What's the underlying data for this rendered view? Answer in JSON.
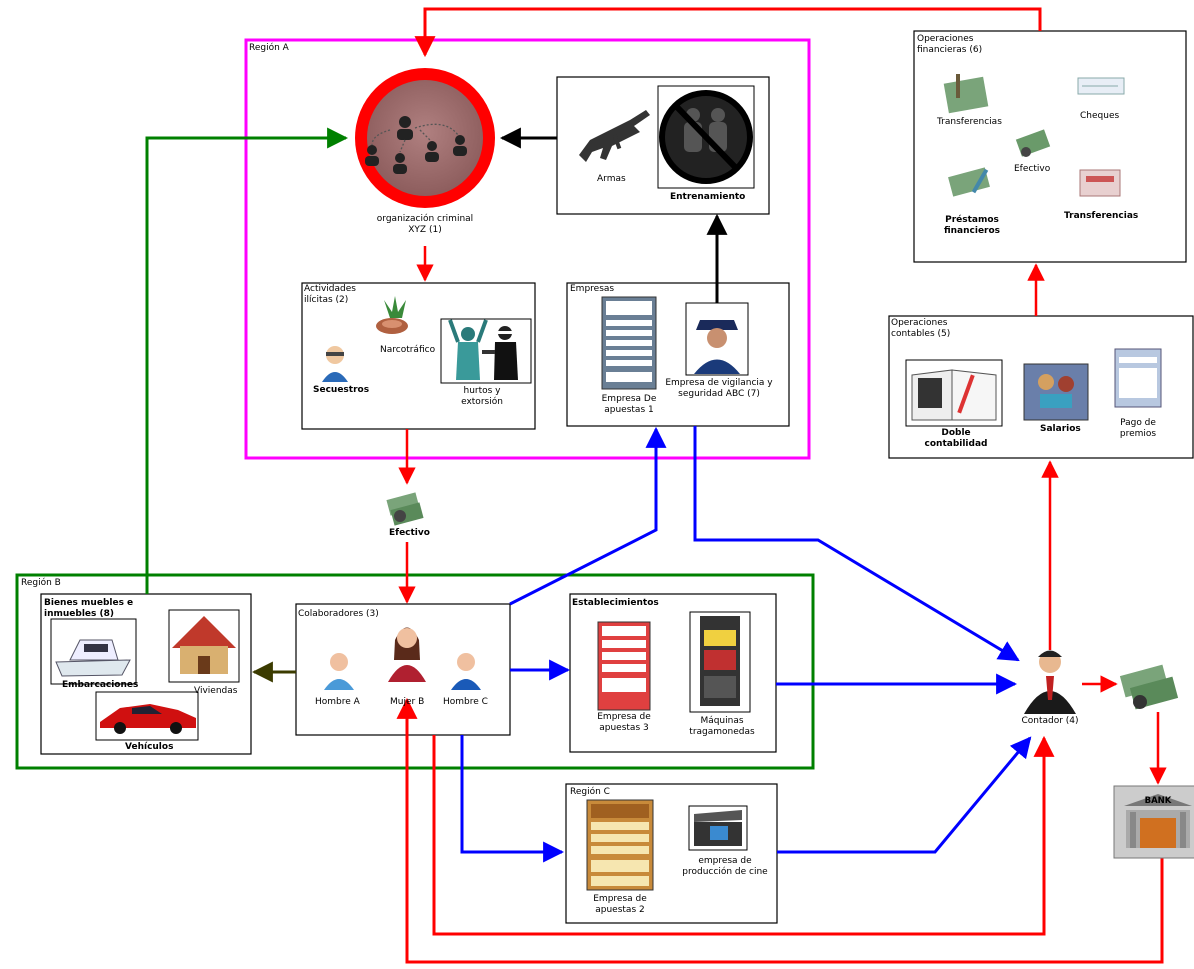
{
  "colors": {
    "region_a": "#ff00ff",
    "region_b": "#008000",
    "flow_red": "#ff0000",
    "flow_blue": "#0000ff",
    "flow_black": "#000000",
    "flow_green": "#008000",
    "flow_olive": "#3b3b00"
  },
  "regions": {
    "a": "Región A",
    "b": "Región B",
    "c": "Región C"
  },
  "org": {
    "label": "organización criminal XYZ (1)"
  },
  "armas_box": {
    "armas": "Armas",
    "entrenamiento": "Entrenamiento"
  },
  "actividades": {
    "title": "Actividades ilícitas (2)",
    "narcotrafico": "Narcotráfico",
    "secuestros": "Secuestros",
    "hurtos": "hurtos y extorsión"
  },
  "empresas": {
    "title": "Empresas",
    "apuestas1": "Empresa De apuestas 1",
    "vigilancia": "Empresa de vigilancia y seguridad ABC (7)"
  },
  "efectivo_mid": "Efectivo",
  "colaboradores": {
    "title": "Colaboradores (3)",
    "hombre_a": "Hombre A",
    "mujer_b": "Mujer B",
    "hombre_c": "Hombre C"
  },
  "bienes": {
    "title": "Bienes muebles e inmuebles (8)",
    "embarcaciones": "Embarcaciones",
    "viviendas": "Viviendas",
    "vehiculos": "Vehículos"
  },
  "establecimientos": {
    "title": "Establecimientos",
    "apuestas3": "Empresa de apuestas 3",
    "maquinas": "Máquinas tragamonedas"
  },
  "region_c_box": {
    "apuestas2": "Empresa de apuestas 2",
    "cine": "empresa de producción de cine"
  },
  "contador": "Contador (4)",
  "contables": {
    "title": "Operaciones contables (5)",
    "doble": "Doble contabilidad",
    "salarios": "Salarios",
    "pago": "Pago de premios"
  },
  "financieras": {
    "title": "Operaciones financieras (6)",
    "transferencias1": "Transferencias",
    "cheques": "Cheques",
    "efectivo": "Efectivo",
    "prestamos": "Préstamos financieros",
    "transferencias2": "Transferencias"
  },
  "bank_sign": "BANK",
  "icons": [
    "organization-icon",
    "rifle-icon",
    "no-training-icon",
    "drug-plant-icon",
    "kidnap-icon",
    "robbery-icon",
    "lottery-ticket-icon",
    "security-guard-icon",
    "money-stack-icon",
    "man-icon",
    "woman-icon",
    "boat-icon",
    "house-icon",
    "sports-car-icon",
    "slot-machine-icon",
    "film-clapper-icon",
    "businessman-icon",
    "bank-icon",
    "ledger-icon",
    "salary-icon",
    "calendar-doc-icon",
    "cash-icon",
    "check-icon",
    "loan-icon",
    "transfer-icon"
  ]
}
